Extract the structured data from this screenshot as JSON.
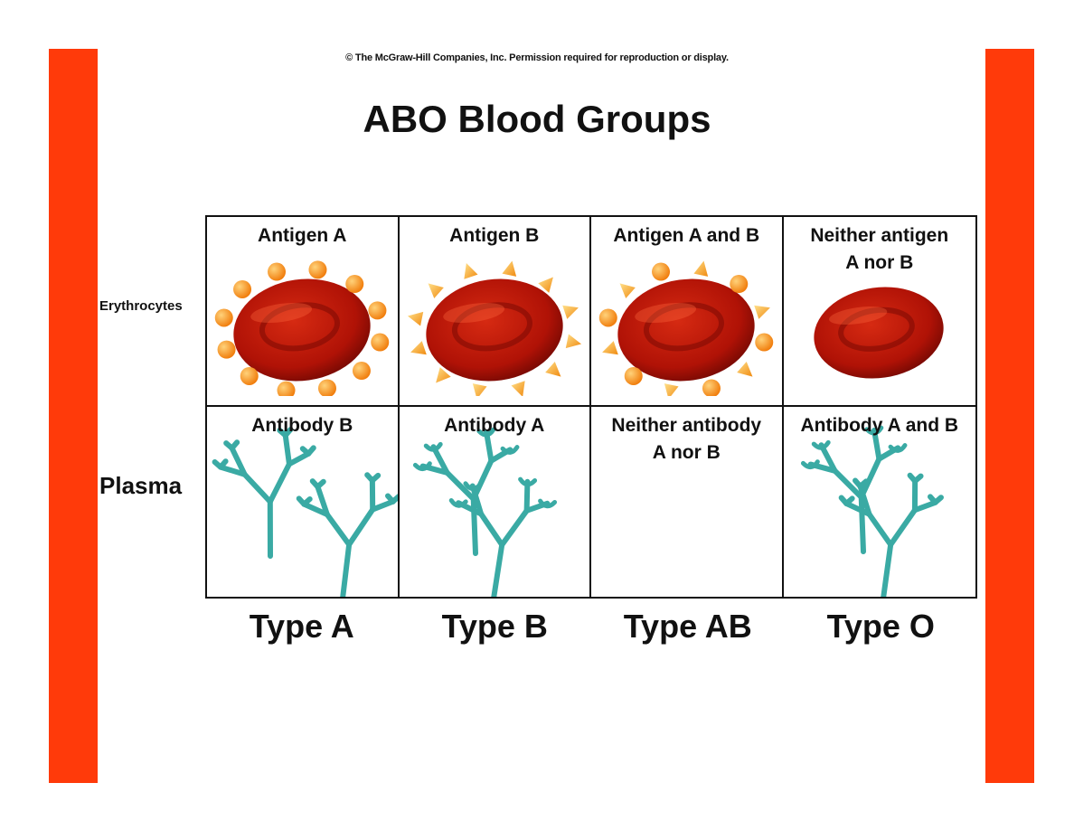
{
  "copyright": "© The McGraw-Hill Companies, Inc. Permission required for reproduction or display.",
  "title": "ABO Blood Groups",
  "row_labels": {
    "erythrocytes": "Erythrocytes",
    "plasma": "Plasma"
  },
  "columns": [
    {
      "antigen": "Antigen A",
      "antibody": "Antibody B",
      "type": "Type A"
    },
    {
      "antigen": "Antigen B",
      "antibody": "Antibody A",
      "type": "Type B"
    },
    {
      "antigen": "Antigen A and B",
      "antibody": "Neither antibody\nA nor B",
      "type": "Type AB"
    },
    {
      "antigen": "Neither antigen\nA nor B",
      "antibody": "Antibody A and B",
      "type": "Type O"
    }
  ],
  "colors": {
    "side_bar": "#ff3a0a",
    "cell_body": "#b01206",
    "antigen_a": "#ff9a1a",
    "antigen_b": "#ffa41c",
    "antibody": "#3aaaa4"
  }
}
